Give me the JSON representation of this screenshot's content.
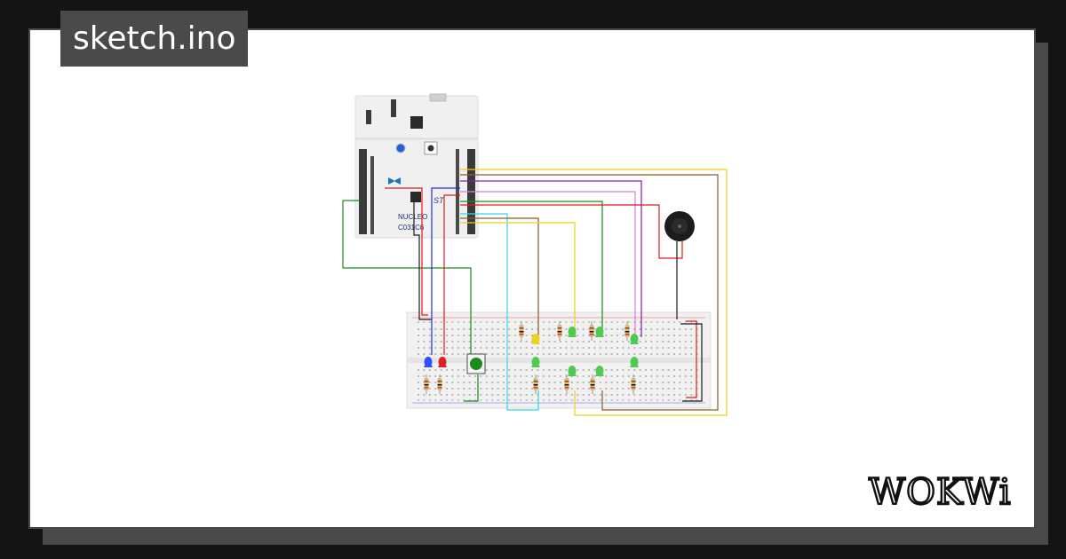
{
  "project": {
    "title": "sketch.ino"
  },
  "brand": {
    "logo_text": "WOKWi"
  },
  "board": {
    "line1": "NUCLEO",
    "line2": "C031C6"
  },
  "colors": {
    "background": "#141414",
    "frame": "#4a4a4a",
    "card": "#ffffff",
    "wire_red": "#e31b1b",
    "wire_green": "#1c8a1c",
    "wire_blue": "#1d2fe0",
    "wire_cyan": "#33d6e8",
    "wire_yellow": "#f2cc1a",
    "wire_brown": "#8a5a2b",
    "wire_purple": "#8a1ea0",
    "wire_pink": "#d97ad9",
    "wire_black": "#1a1a1a"
  },
  "components": {
    "board": "microcontroller-board",
    "breadboard": "breadboard",
    "buzzer": "buzzer",
    "button": "pushbutton",
    "leds": [
      "blue-led",
      "red-led",
      "yellow-led",
      "green-led",
      "green-led",
      "green-led",
      "green-led",
      "green-led",
      "green-led",
      "green-led"
    ]
  }
}
